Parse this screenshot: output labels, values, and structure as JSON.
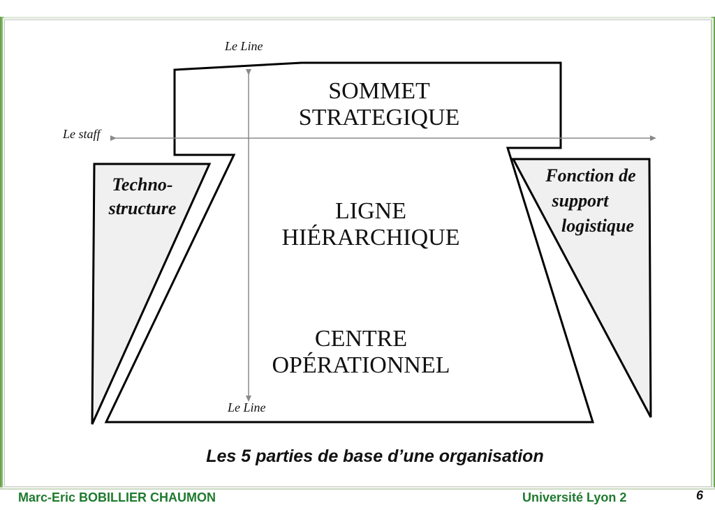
{
  "diagram": {
    "line_top_label": "Le Line",
    "line_bottom_label": "Le Line",
    "staff_label": "Le staff",
    "sommet": [
      "SOMMET",
      "STRATEGIQUE"
    ],
    "ligne": [
      "LIGNE",
      "HIÉRARCHIQUE"
    ],
    "centre": [
      "CENTRE",
      "OPÉRATIONNEL"
    ],
    "techno": [
      "Techno-",
      "structure"
    ],
    "support": [
      "Fonction de",
      "support",
      "logistique"
    ]
  },
  "caption": "Les 5 parties de base d’une organisation",
  "footer": {
    "author": "Marc-Eric BOBILLIER CHAUMON",
    "institution": "Université Lyon 2",
    "page_number": "6"
  },
  "colors": {
    "footer_text": "#1f7a2e",
    "shape_fill": "#f0f0f0",
    "accent_green": "#5b9a3e"
  }
}
